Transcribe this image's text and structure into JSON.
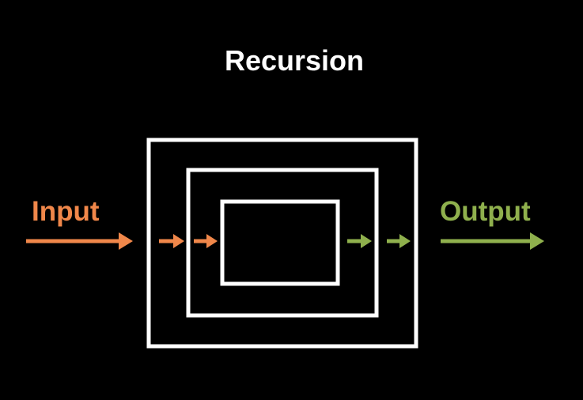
{
  "title": "Recursion",
  "input_label": "Input",
  "output_label": "Output",
  "colors": {
    "background": "#000000",
    "frame": "#ffffff",
    "input": "#f0874a",
    "output": "#8fb04d"
  }
}
